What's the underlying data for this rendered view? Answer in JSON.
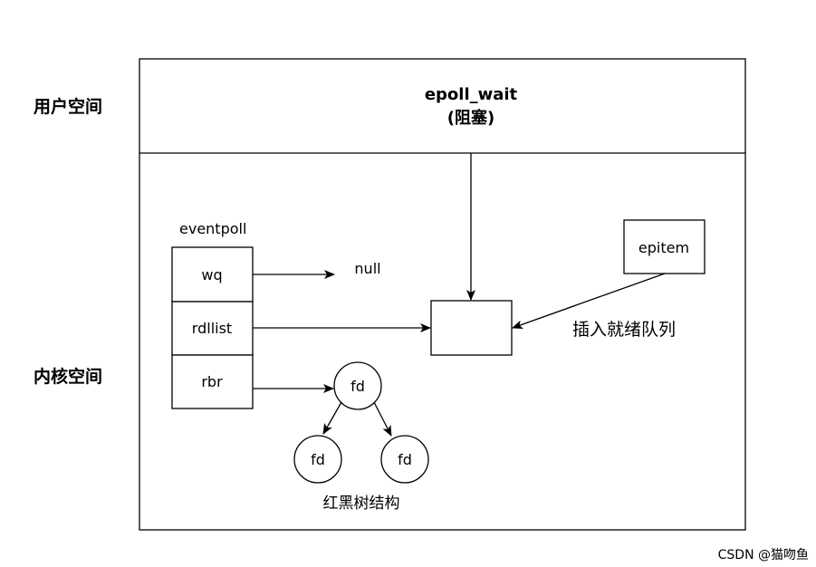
{
  "labels": {
    "user_space": "用户空间",
    "kernel_space": "内核空间",
    "epoll_wait_line1": "epoll_wait",
    "epoll_wait_line2": "(阻塞)",
    "eventpoll": "eventpoll",
    "wq": "wq",
    "rdllist": "rdllist",
    "rbr": "rbr",
    "null": "null",
    "epitem": "epitem",
    "insert_ready_queue": "插入就绪队列",
    "rbtree_caption": "红黑树结构",
    "fd_root": "fd",
    "fd_left": "fd",
    "fd_right": "fd",
    "watermark": "CSDN @猫吻鱼"
  },
  "colors": {
    "epoll_wait": "#e00000",
    "insert_ready_queue": "#2db52d",
    "rbtree_caption": "#f4b183",
    "watermark": "#b0b0b0",
    "stroke": "#000000"
  }
}
